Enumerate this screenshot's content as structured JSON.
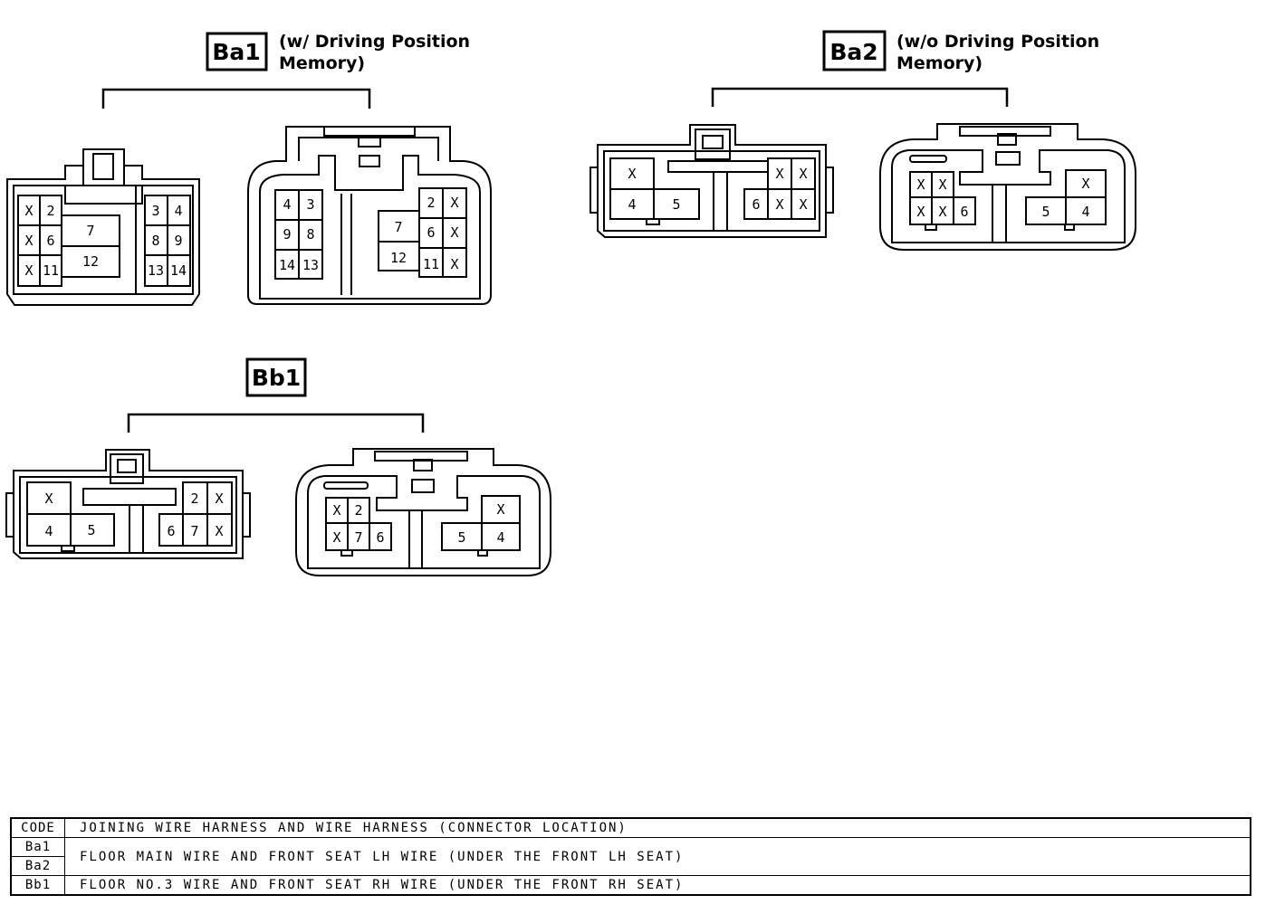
{
  "connectors": {
    "ba1": {
      "code": "Ba1",
      "caption_line1": "(w/ Driving Position",
      "caption_line2": "Memory)"
    },
    "ba2": {
      "code": "Ba2",
      "caption_line1": "(w/o Driving Position",
      "caption_line2": "Memory)"
    },
    "bb1": {
      "code": "Bb1"
    }
  },
  "pins": {
    "ba1_left": [
      "X",
      "2",
      "X",
      "6",
      "X",
      "11",
      "7",
      "12",
      "3",
      "4",
      "8",
      "9",
      "13",
      "14"
    ],
    "ba1_right": [
      "4",
      "3",
      "9",
      "8",
      "14",
      "13",
      "7",
      "12",
      "2",
      "X",
      "6",
      "X",
      "11",
      "X"
    ],
    "ba2_left": [
      "X",
      "4",
      "5",
      "X",
      "X",
      "6",
      "X",
      "X"
    ],
    "ba2_right": [
      "X",
      "X",
      "X",
      "X",
      "6",
      "X",
      "5",
      "4"
    ],
    "bb1_left": [
      "X",
      "4",
      "5",
      "2",
      "X",
      "6",
      "7",
      "X"
    ],
    "bb1_right": [
      "X",
      "2",
      "X",
      "7",
      "6",
      "X",
      "5",
      "4"
    ]
  },
  "table": {
    "header": {
      "code": "CODE",
      "desc": "JOINING WIRE HARNESS AND WIRE HARNESS (CONNECTOR LOCATION)"
    },
    "rows": [
      {
        "codes": [
          "Ba1",
          "Ba2"
        ],
        "desc": "FLOOR MAIN WIRE AND FRONT SEAT LH WIRE (UNDER THE FRONT LH SEAT)"
      },
      {
        "codes": [
          "Bb1"
        ],
        "desc": "FLOOR NO.3 WIRE AND FRONT SEAT RH WIRE (UNDER THE FRONT RH SEAT)"
      }
    ]
  }
}
